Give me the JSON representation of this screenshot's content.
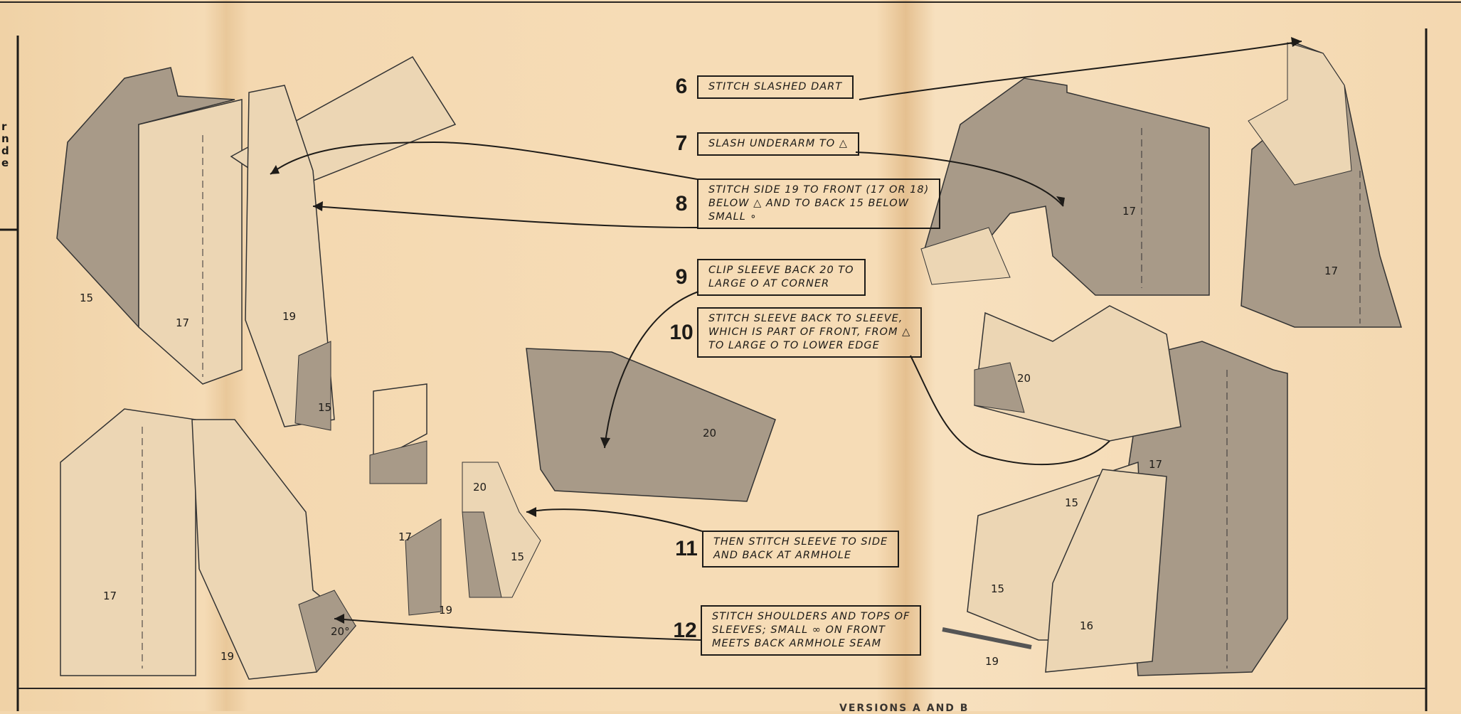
{
  "margin_fragment": [
    "r",
    "n",
    "d",
    "e"
  ],
  "steps": [
    {
      "number": "6",
      "text": "STITCH SLASHED DART"
    },
    {
      "number": "7",
      "text": "SLASH UNDERARM TO △"
    },
    {
      "number": "8",
      "text": "STITCH SIDE 19 TO FRONT (17 OR 18)\nBELOW △ AND TO BACK 15 BELOW\nSMALL ∘"
    },
    {
      "number": "9",
      "text": "CLIP SLEEVE BACK 20 TO\nLARGE O AT CORNER"
    },
    {
      "number": "10",
      "text": "STITCH SLEEVE BACK TO SLEEVE,\nWHICH IS PART OF FRONT, FROM △\nTO LARGE O TO LOWER EDGE"
    },
    {
      "number": "11",
      "text": "THEN STITCH SLEEVE TO SIDE\nAND BACK AT ARMHOLE"
    },
    {
      "number": "12",
      "text": "STITCH SHOULDERS AND TOPS OF\nSLEEVES; SMALL ∞ ON FRONT\nMEETS BACK ARMHOLE SEAM"
    }
  ],
  "piece_labels": {
    "p15a": "15",
    "p17a": "17",
    "p19a": "19",
    "p15b": "15",
    "p17b": "17",
    "p19b": "19",
    "p20angle": "20°",
    "p17c": "17",
    "p20a": "20",
    "p15c": "15",
    "p19c": "19",
    "p20b": "20",
    "p17d": "17",
    "p17e": "17",
    "p20c": "20",
    "p17f": "17",
    "p15d": "15",
    "p15e": "15",
    "p16": "16",
    "p19d": "19"
  },
  "footer_text": "VERSIONS A AND B",
  "colors": {
    "paper": "#f3d7ae",
    "ink": "#1d1b18",
    "piece_shade": "#a89a88",
    "piece_light": "#ecd6b4"
  }
}
